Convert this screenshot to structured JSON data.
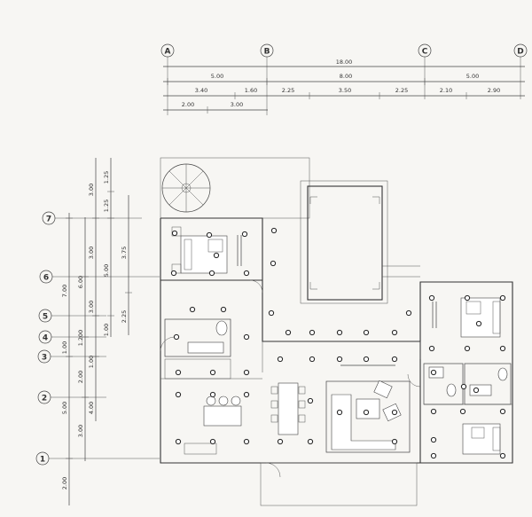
{
  "axes_top": [
    {
      "label": "A"
    },
    {
      "label": "B"
    },
    {
      "label": "C"
    },
    {
      "label": "D"
    }
  ],
  "axes_left": [
    {
      "label": "7"
    },
    {
      "label": "6"
    },
    {
      "label": "5"
    },
    {
      "label": "4"
    },
    {
      "label": "3"
    },
    {
      "label": "2"
    },
    {
      "label": "1"
    }
  ],
  "dims_top": {
    "row1": [
      "18.00"
    ],
    "row2": [
      "5.00",
      "8.00",
      "5.00"
    ],
    "row3": [
      "3.40",
      "1.60",
      "2.25",
      "3.50",
      "2.25",
      "2.10",
      "2.90"
    ],
    "row4": [
      "2.00",
      "3.00"
    ]
  },
  "dims_left": {
    "col1": [
      "3.00",
      "1.25",
      "7.00",
      "1.00",
      "5.00",
      "2.00"
    ],
    "col2": [
      "1.25",
      "6.00",
      "1.200",
      "2.00",
      "3.00"
    ],
    "col3": [
      "3.00",
      "5.00",
      "3.00",
      "1.00",
      "1.00",
      "4.00"
    ],
    "col4": [
      "3.75",
      "2.25"
    ]
  },
  "colors": {
    "paper": "#f7f6f3",
    "line": "#333333"
  }
}
